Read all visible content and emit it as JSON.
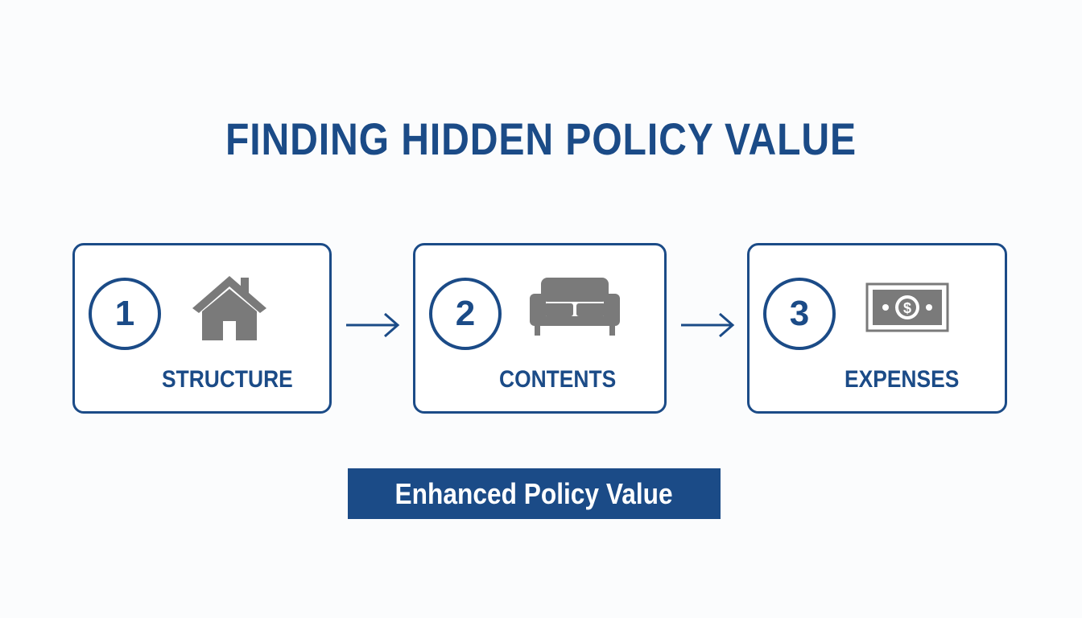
{
  "title": "FINDING HIDDEN POLICY VALUE",
  "steps": [
    {
      "number": "1",
      "label": "STRUCTURE",
      "icon": "house-icon"
    },
    {
      "number": "2",
      "label": "CONTENTS",
      "icon": "sofa-icon"
    },
    {
      "number": "3",
      "label": "EXPENSES",
      "icon": "dollar-bill-icon"
    }
  ],
  "result": {
    "label": "Enhanced Policy Value"
  },
  "colors": {
    "primary": "#1b4b87",
    "icon": "#7a7a7a",
    "background": "#fbfcfd",
    "result_text": "#ffffff"
  }
}
